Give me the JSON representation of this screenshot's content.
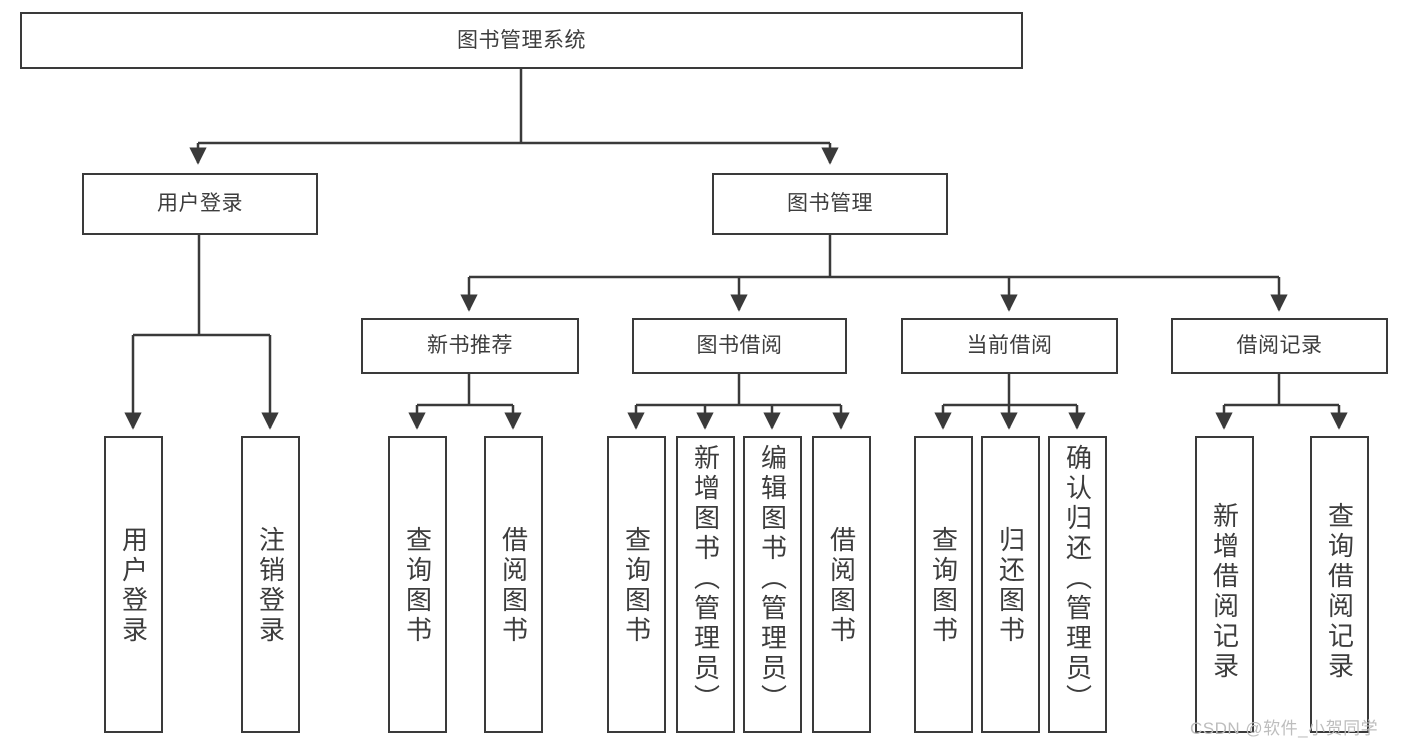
{
  "diagram": {
    "type": "tree-hierarchy-chart",
    "title": "图书管理系统",
    "theme": {
      "background": "#ffffff",
      "box_border": "#3a3a3a",
      "box_fill": "#ffffff",
      "text": "#3d3d3d",
      "edge": "#3a3a3a",
      "watermark": "#bdbdbd"
    },
    "root": {
      "label": "图书管理系统"
    },
    "level2": [
      {
        "label": "用户登录"
      },
      {
        "label": "图书管理"
      }
    ],
    "level3": [
      {
        "label": "新书推荐"
      },
      {
        "label": "图书借阅"
      },
      {
        "label": "当前借阅"
      },
      {
        "label": "借阅记录"
      }
    ],
    "leaves": {
      "user_login": [
        {
          "label": "用户登录"
        },
        {
          "label": "注销登录"
        }
      ],
      "new_book": [
        {
          "label": "查询图书"
        },
        {
          "label": "借阅图书"
        }
      ],
      "book_borrow": [
        {
          "label": "查询图书"
        },
        {
          "label": "新增图书（管理员）"
        },
        {
          "label": "编辑图书（管理员）"
        },
        {
          "label": "借阅图书"
        }
      ],
      "current_borrow": [
        {
          "label": "查询图书"
        },
        {
          "label": "归还图书"
        },
        {
          "label": "确认归还（管理员）"
        }
      ],
      "borrow_record": [
        {
          "label": "新增借阅记录"
        },
        {
          "label": "查询借阅记录"
        }
      ]
    }
  },
  "watermark": {
    "text": "CSDN @软件_小贺同学"
  }
}
